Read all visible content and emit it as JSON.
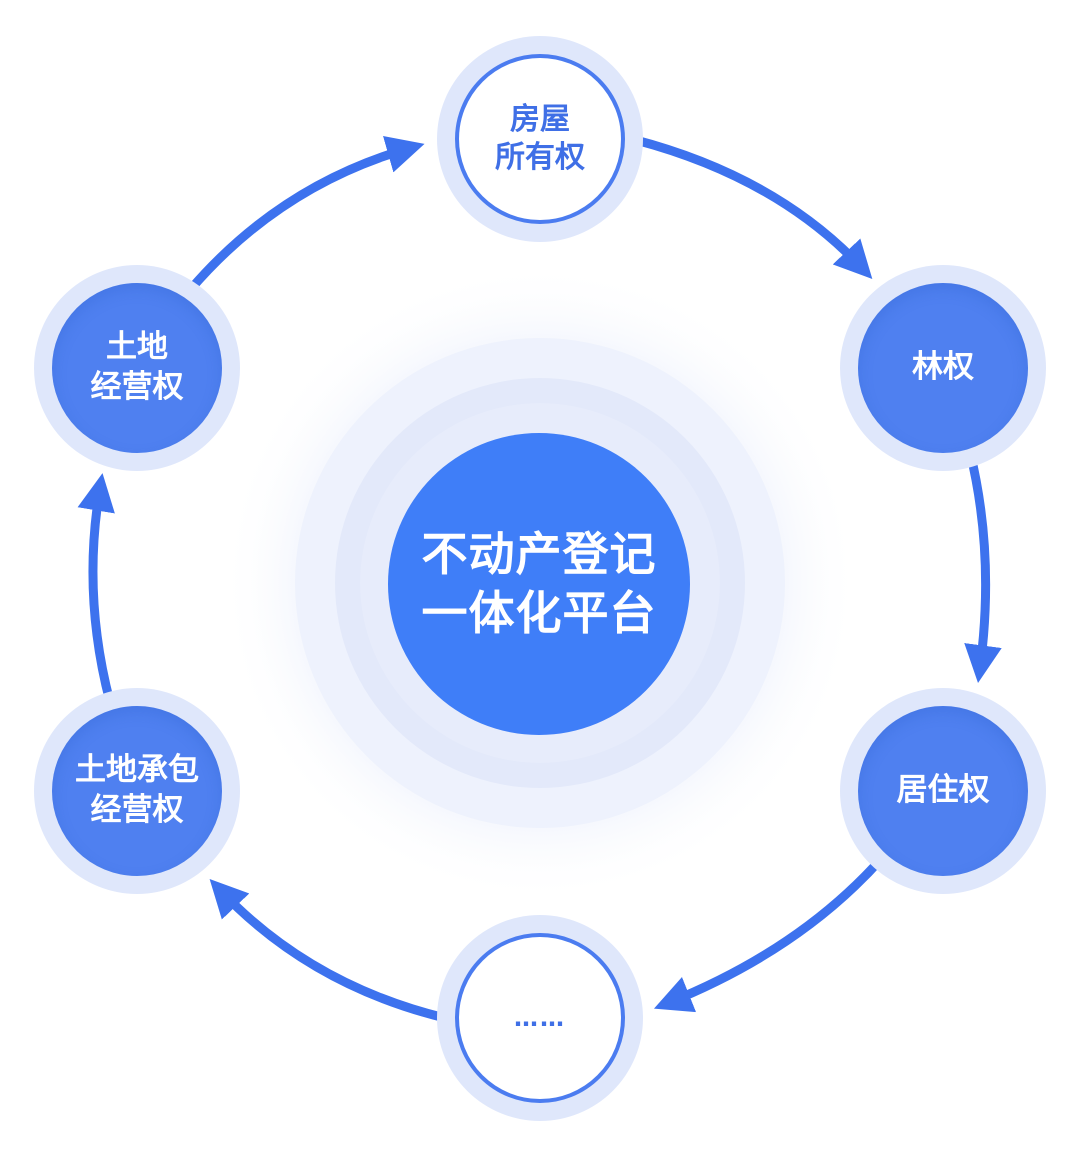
{
  "center": {
    "line1": "不动产登记",
    "line2": "一体化平台"
  },
  "nodes": [
    {
      "id": "house",
      "line1": "房屋",
      "line2": "所有权",
      "style": "outlined"
    },
    {
      "id": "forest",
      "line1": "林权",
      "line2": "",
      "style": "filled"
    },
    {
      "id": "residence",
      "line1": "居住权",
      "line2": "",
      "style": "filled"
    },
    {
      "id": "more",
      "line1": "……",
      "line2": "",
      "style": "outlined"
    },
    {
      "id": "land-contract",
      "line1": "土地承包",
      "line2": "经营权",
      "style": "filled"
    },
    {
      "id": "land-operation",
      "line1": "土地",
      "line2": "经营权",
      "style": "filled"
    }
  ],
  "colors": {
    "accent": "#3d72ee",
    "node_fill": "#4f80f0",
    "center_fill": "#3f7ef8",
    "halo": "#dfe7fb",
    "outline": "#4b7cf0"
  }
}
